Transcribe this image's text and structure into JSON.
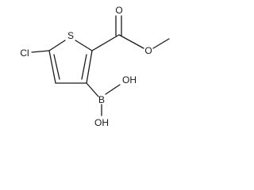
{
  "molecule": {
    "atoms": {
      "sulfur": "S",
      "chlorine": "Cl",
      "carbonyl_oxygen": "O",
      "ester_oxygen": "O",
      "boron": "B",
      "hydroxyl_upper": "OH",
      "hydroxyl_lower": "OH"
    }
  }
}
